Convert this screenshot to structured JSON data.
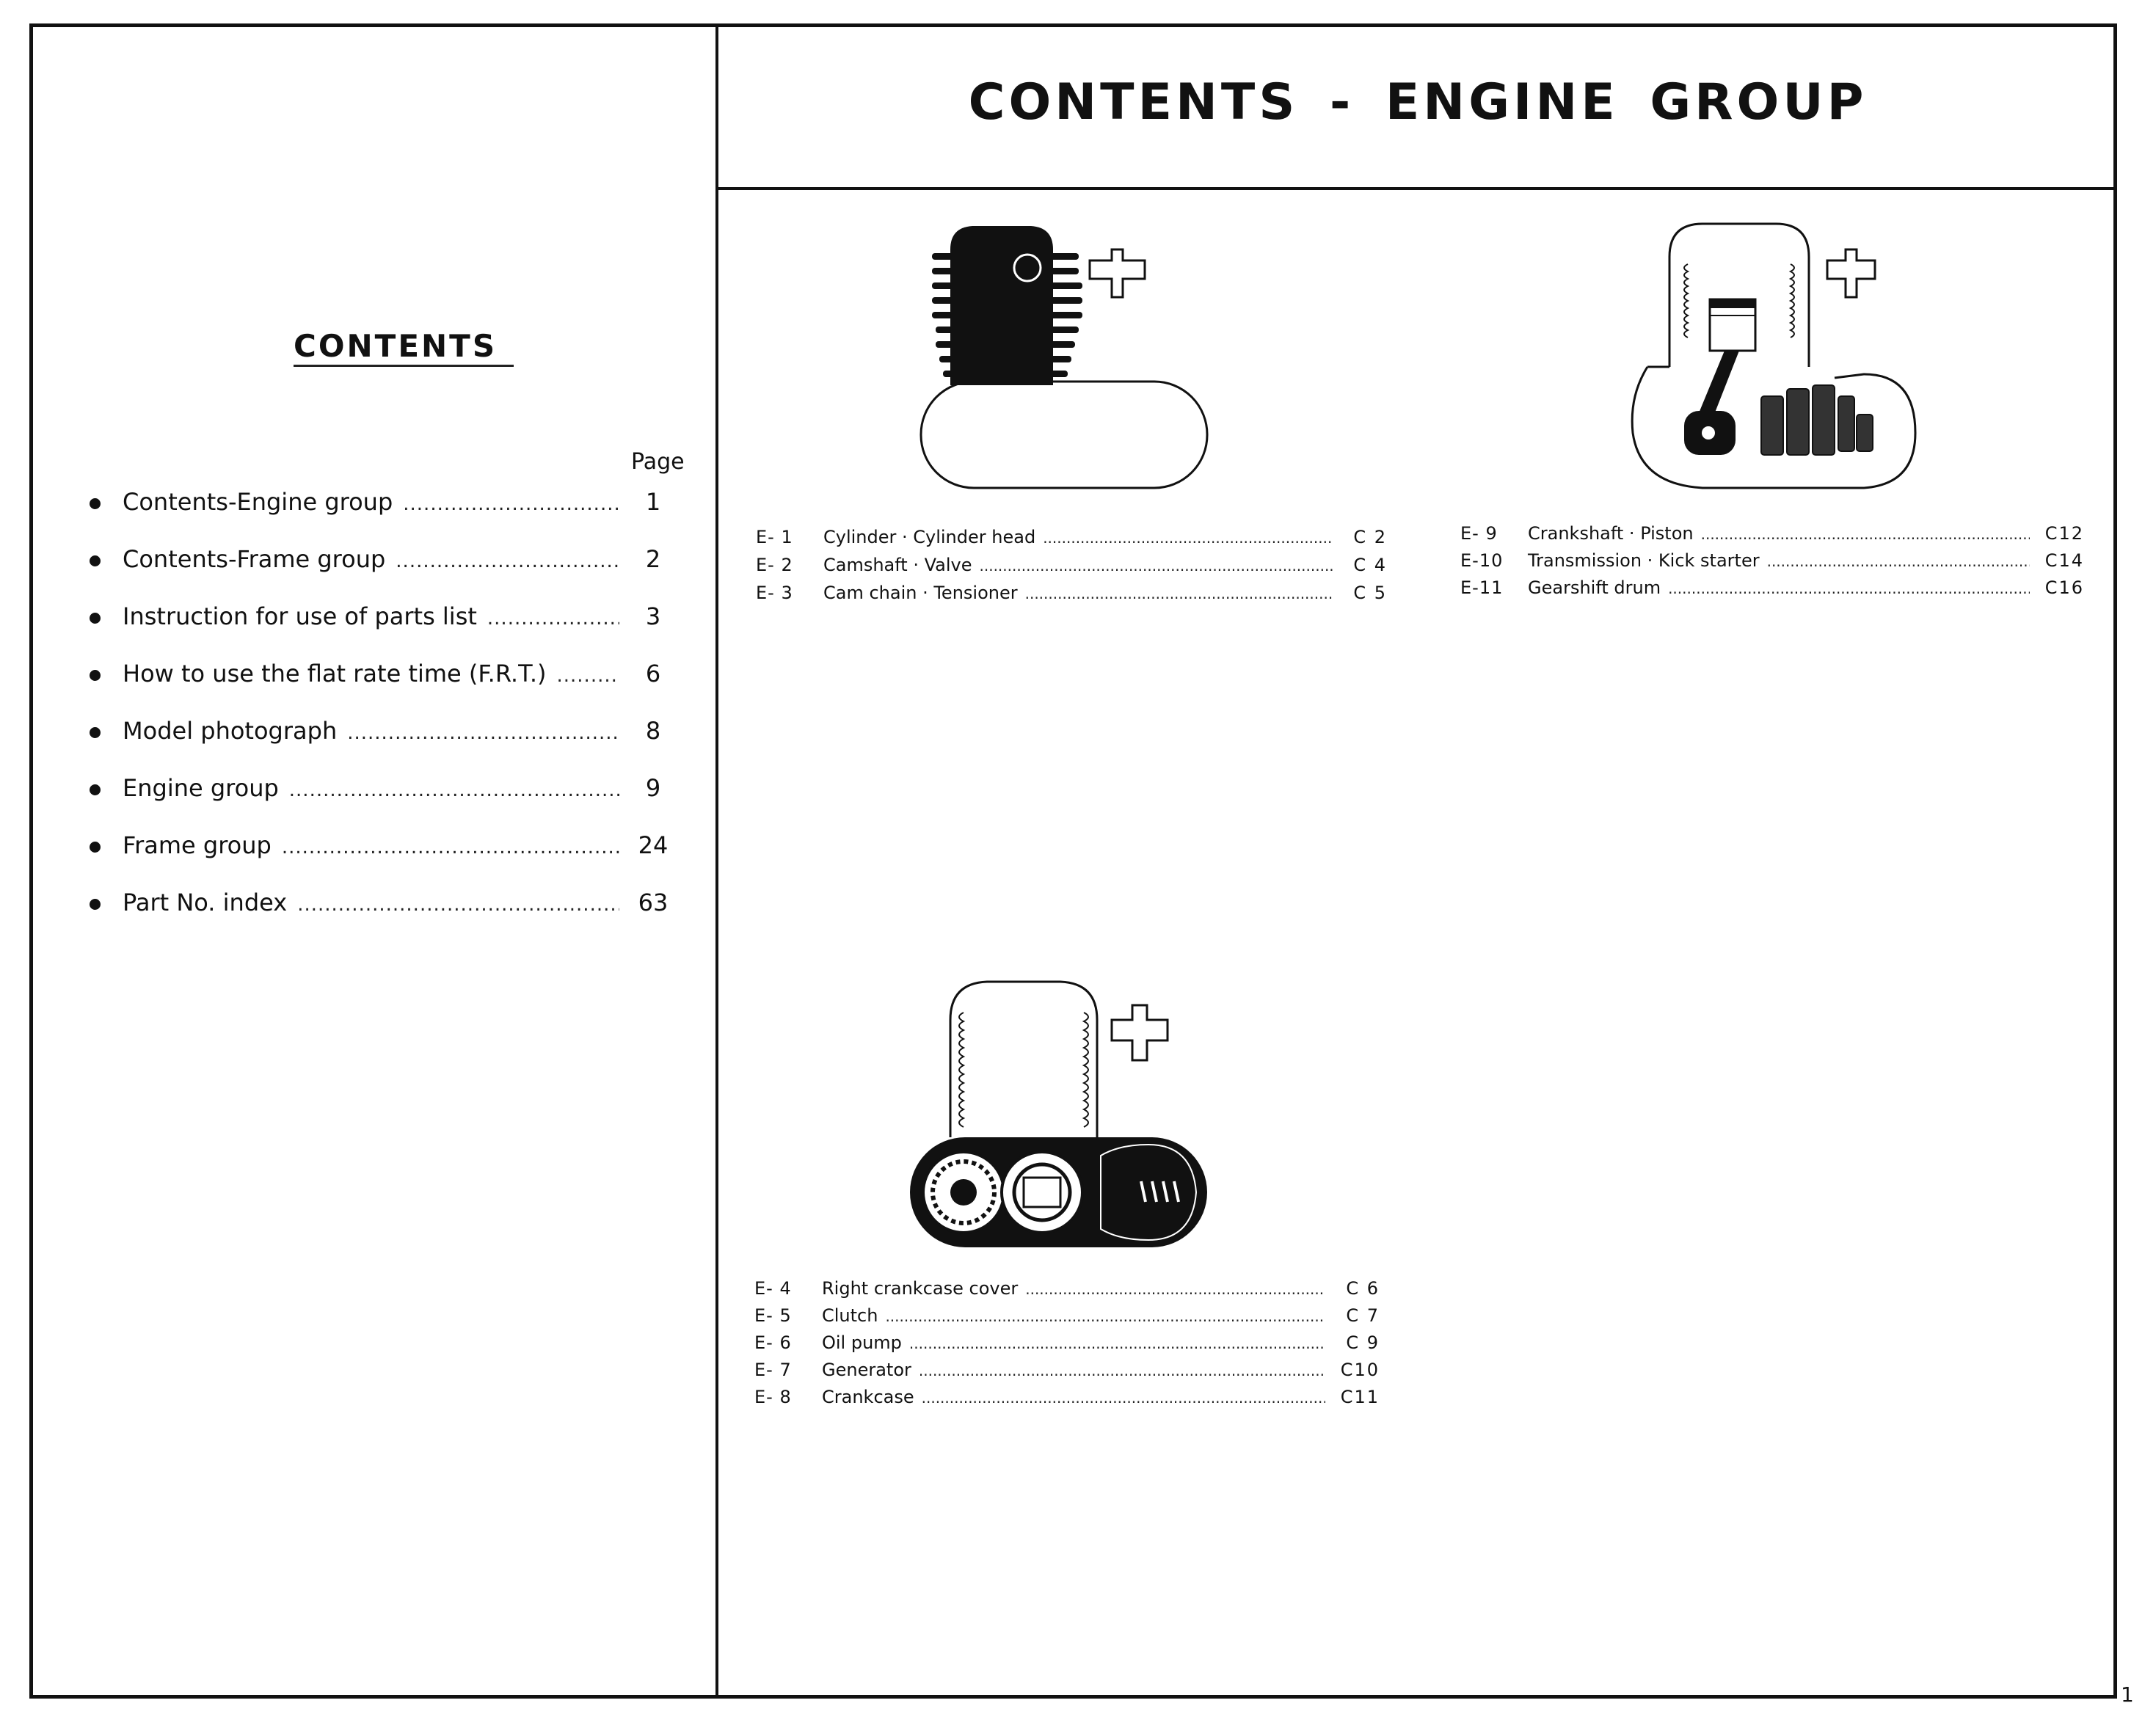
{
  "header": {
    "title": "CONTENTS - ENGINE GROUP"
  },
  "contents": {
    "heading": "CONTENTS",
    "page_label": "Page",
    "items": [
      {
        "label": "Contents-Engine group",
        "page": "1"
      },
      {
        "label": "Contents-Frame group",
        "page": "2"
      },
      {
        "label": "Instruction for use of parts list",
        "page": "3"
      },
      {
        "label": "How to use the flat rate time (F.R.T.)",
        "page": "6"
      },
      {
        "label": "Model photograph",
        "page": "8"
      },
      {
        "label": "Engine group",
        "page": "9"
      },
      {
        "label": "Frame group",
        "page": "24"
      },
      {
        "label": "Part  No. index",
        "page": "63"
      }
    ]
  },
  "engine_group": {
    "block_a": [
      {
        "code": "E- 1",
        "label": "Cylinder · Cylinder head",
        "page": "C 2"
      },
      {
        "code": "E- 2",
        "label": "Camshaft · Valve",
        "page": "C 4"
      },
      {
        "code": "E- 3",
        "label": "Cam chain · Tensioner",
        "page": "C 5"
      }
    ],
    "block_b": [
      {
        "code": "E- 9",
        "label": "Crankshaft · Piston",
        "page": "C12"
      },
      {
        "code": "E-10",
        "label": "Transmission · Kick starter",
        "page": "C14"
      },
      {
        "code": "E-11",
        "label": "Gearshift drum",
        "page": "C16"
      }
    ],
    "block_c": [
      {
        "code": "E- 4",
        "label": "Right crankcase cover",
        "page": "C 6"
      },
      {
        "code": "E- 5",
        "label": "Clutch",
        "page": "C 7"
      },
      {
        "code": "E- 6",
        "label": "Oil pump",
        "page": "C 9"
      },
      {
        "code": "E- 7",
        "label": "Generator",
        "page": "C10"
      },
      {
        "code": "E- 8",
        "label": "Crankcase",
        "page": "C11"
      }
    ]
  },
  "footer": {
    "page_number": "1"
  }
}
